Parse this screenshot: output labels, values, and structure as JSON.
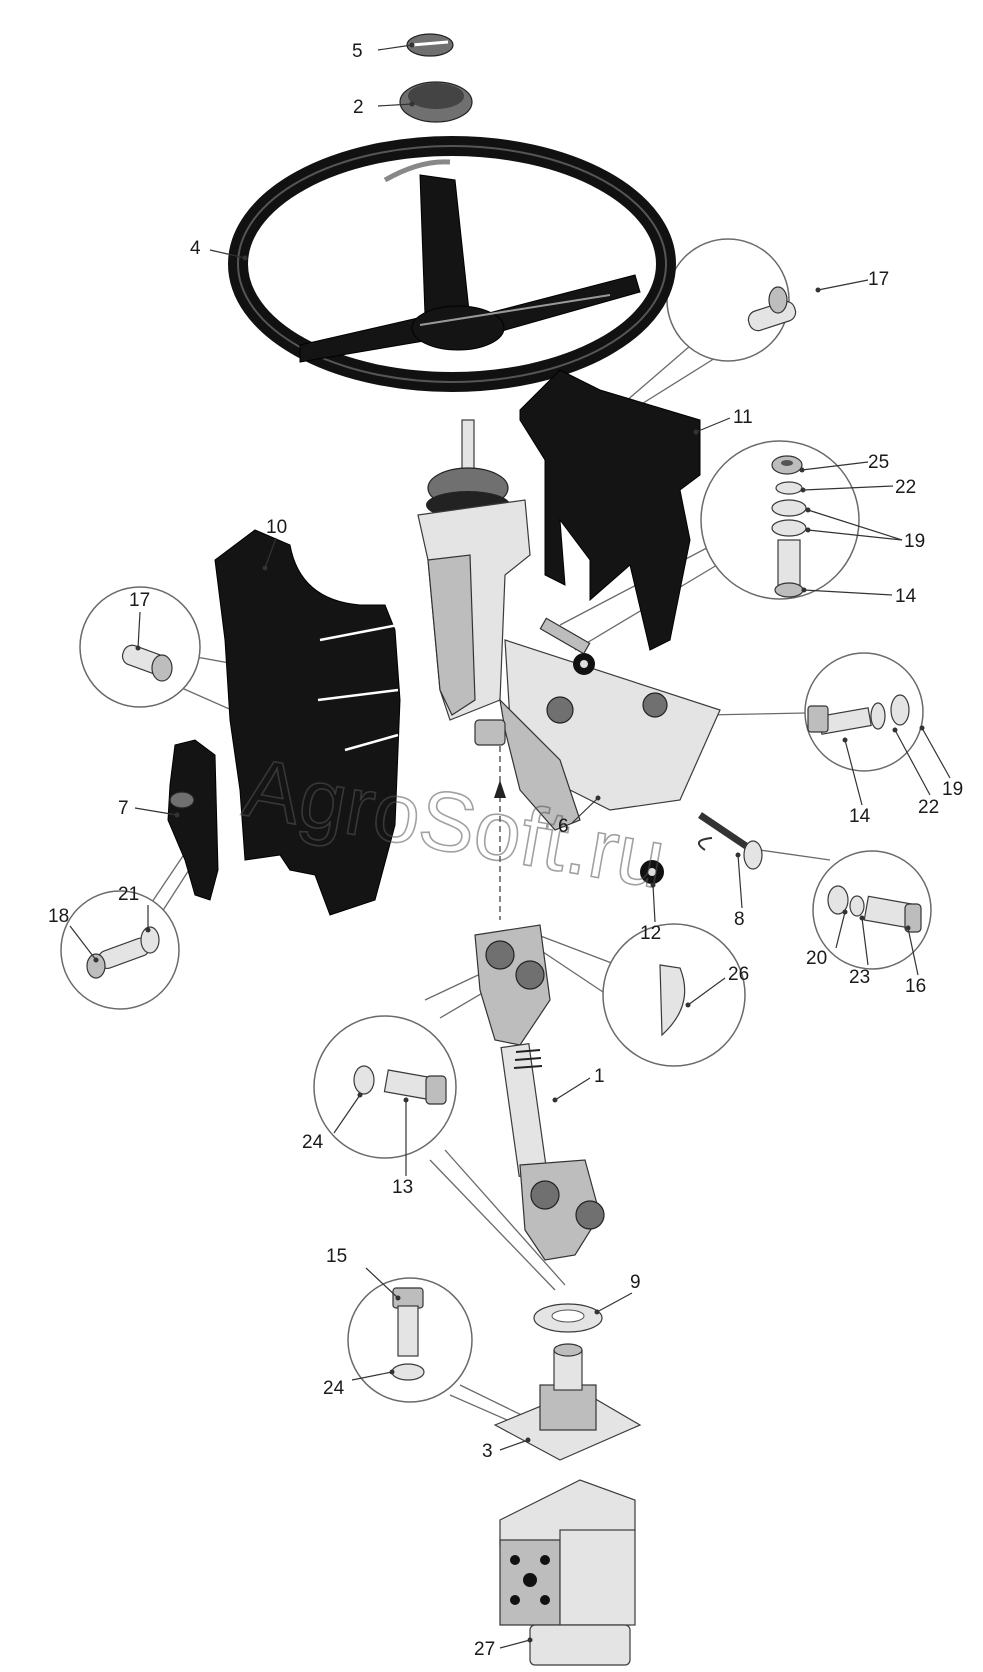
{
  "watermark": "AgroSoft.ru",
  "labels": [
    {
      "id": "p5",
      "text": "5"
    },
    {
      "id": "p2",
      "text": "2"
    },
    {
      "id": "p4",
      "text": "4"
    },
    {
      "id": "p17a",
      "text": "17"
    },
    {
      "id": "p11",
      "text": "11"
    },
    {
      "id": "p25",
      "text": "25"
    },
    {
      "id": "p22a",
      "text": "22"
    },
    {
      "id": "p19a",
      "text": "19"
    },
    {
      "id": "p14a",
      "text": "14"
    },
    {
      "id": "p10",
      "text": "10"
    },
    {
      "id": "p17b",
      "text": "17"
    },
    {
      "id": "p7",
      "text": "7"
    },
    {
      "id": "p19b",
      "text": "19"
    },
    {
      "id": "p14b",
      "text": "14"
    },
    {
      "id": "p22b",
      "text": "22"
    },
    {
      "id": "p6",
      "text": "6"
    },
    {
      "id": "p8",
      "text": "8"
    },
    {
      "id": "p12",
      "text": "12"
    },
    {
      "id": "p21",
      "text": "21"
    },
    {
      "id": "p18",
      "text": "18"
    },
    {
      "id": "p20",
      "text": "20"
    },
    {
      "id": "p23",
      "text": "23"
    },
    {
      "id": "p16",
      "text": "16"
    },
    {
      "id": "p26",
      "text": "26"
    },
    {
      "id": "p1",
      "text": "1"
    },
    {
      "id": "p24a",
      "text": "24"
    },
    {
      "id": "p13",
      "text": "13"
    },
    {
      "id": "p15",
      "text": "15"
    },
    {
      "id": "p9",
      "text": "9"
    },
    {
      "id": "p24b",
      "text": "24"
    },
    {
      "id": "p3",
      "text": "3"
    },
    {
      "id": "p27",
      "text": "27"
    }
  ]
}
